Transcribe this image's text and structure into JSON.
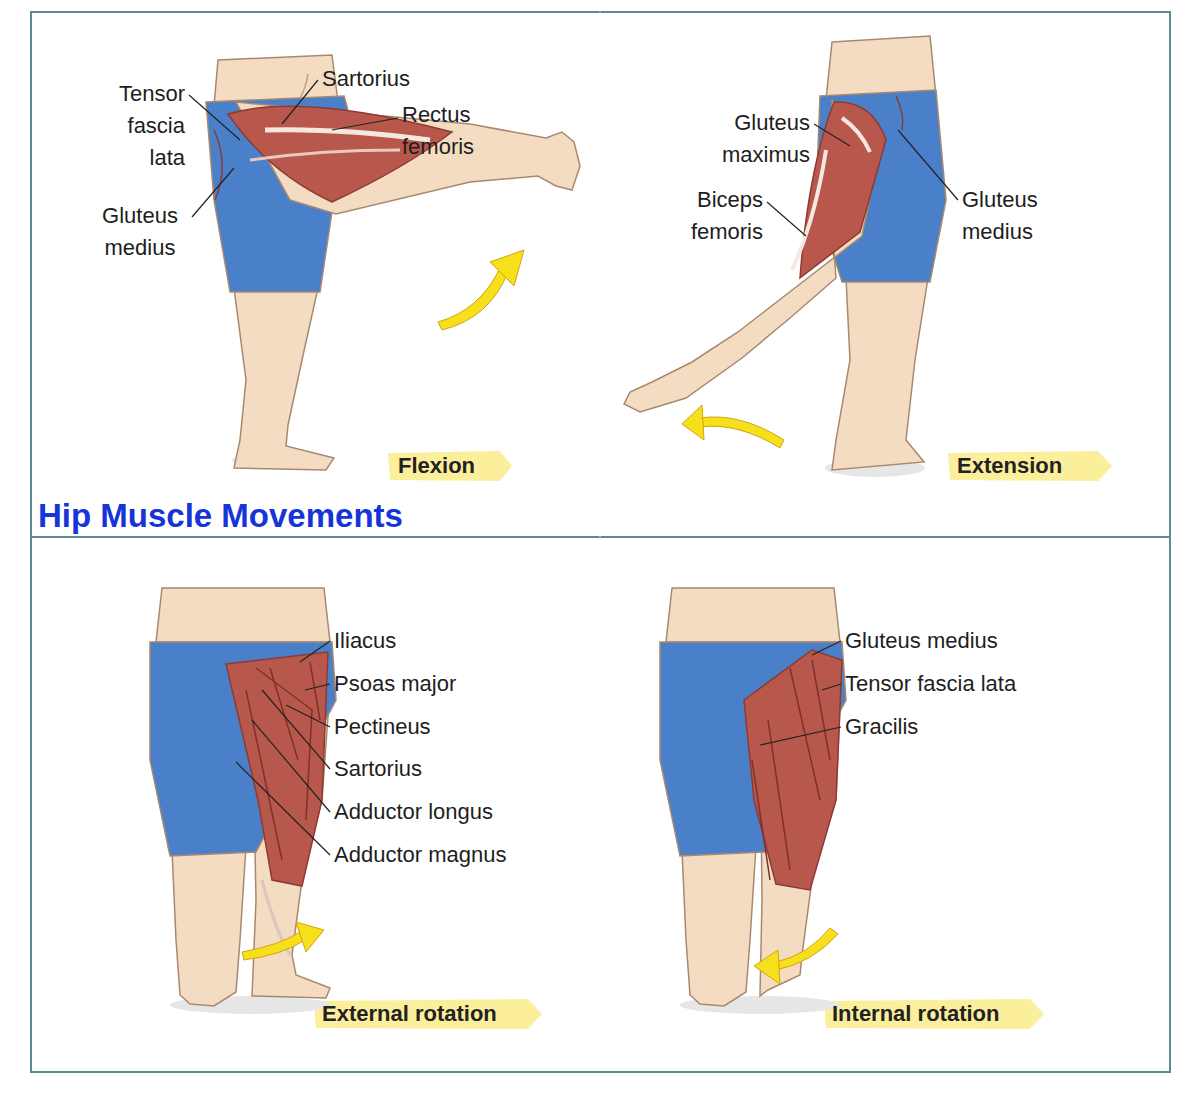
{
  "diagram": {
    "title": "Hip Muscle Movements",
    "labels": [
      "Tensor fascia lata",
      "Sartorius",
      "Rectus femoris",
      "Gluteus medius",
      "Flexion",
      "Gluteus maximus",
      "Gluteus medius",
      "Biceps femoris",
      "Extension",
      "Iliacus",
      "Psoas major",
      "Pectineus",
      "Sartorius",
      "Adductor longus",
      "Adductor magnus",
      "External rotation",
      "Gluteus medius",
      "Tensor fascia lata",
      "Gracilis",
      "Internal rotation"
    ]
  }
}
